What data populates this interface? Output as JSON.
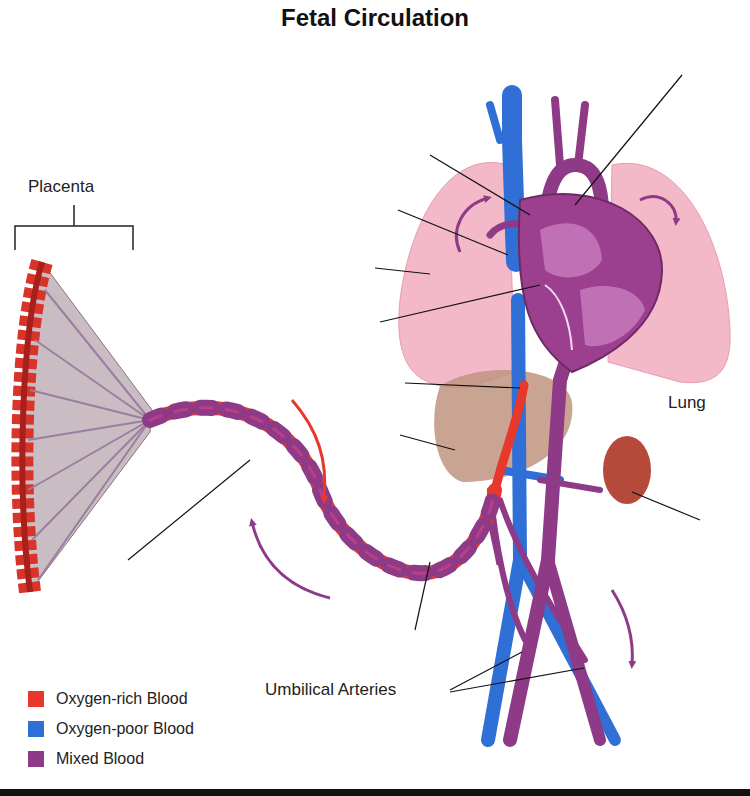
{
  "diagram": {
    "title": "Fetal Circulation",
    "labels": [
      "Placenta",
      "Lung",
      "Umbilical Arteries"
    ],
    "legend": [
      {
        "text": "Oxygen-rich Blood",
        "color": "#e8382b"
      },
      {
        "text": "Oxygen-poor Blood",
        "color": "#2f6fd6"
      },
      {
        "text": "Mixed Blood",
        "color": "#8e3a86"
      }
    ]
  }
}
